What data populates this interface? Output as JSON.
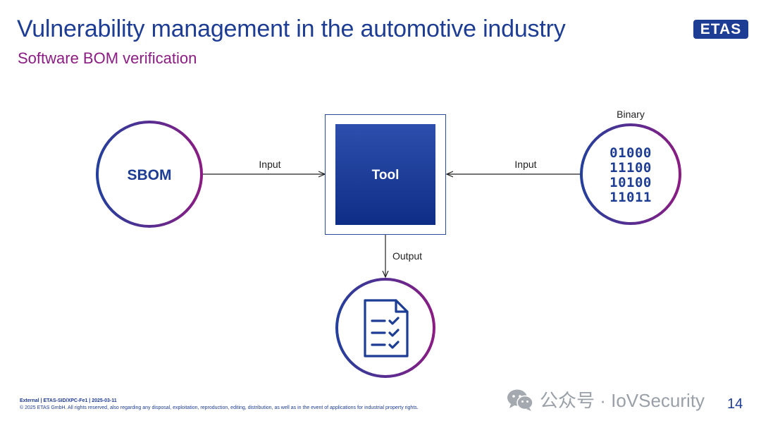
{
  "header": {
    "title": "Vulnerability management in the automotive industry",
    "subtitle": "Software BOM verification",
    "logo_text": "ETAS"
  },
  "diagram": {
    "sbom_label": "SBOM",
    "tool_label": "Tool",
    "binary_label": "Binary",
    "input_left_label": "Input",
    "input_right_label": "Input",
    "output_label": "Output",
    "binary_rows": [
      "01000",
      "11100",
      "10100",
      "11011"
    ]
  },
  "footer": {
    "line1": "External | ETAS-SID/XPC-Fe1 | 2025-03-11",
    "line2": "© 2025 ETAS GmbH. All rights reserved, also regarding any disposal, exploitation, reproduction, editing, distribution, as well as in the event of applications for industrial property rights.",
    "page_number": "14"
  },
  "watermark": {
    "text": "公众号 · IoVSecurity"
  },
  "colors": {
    "brand_blue": "#1d3c94",
    "brand_purple": "#8a1c83"
  }
}
